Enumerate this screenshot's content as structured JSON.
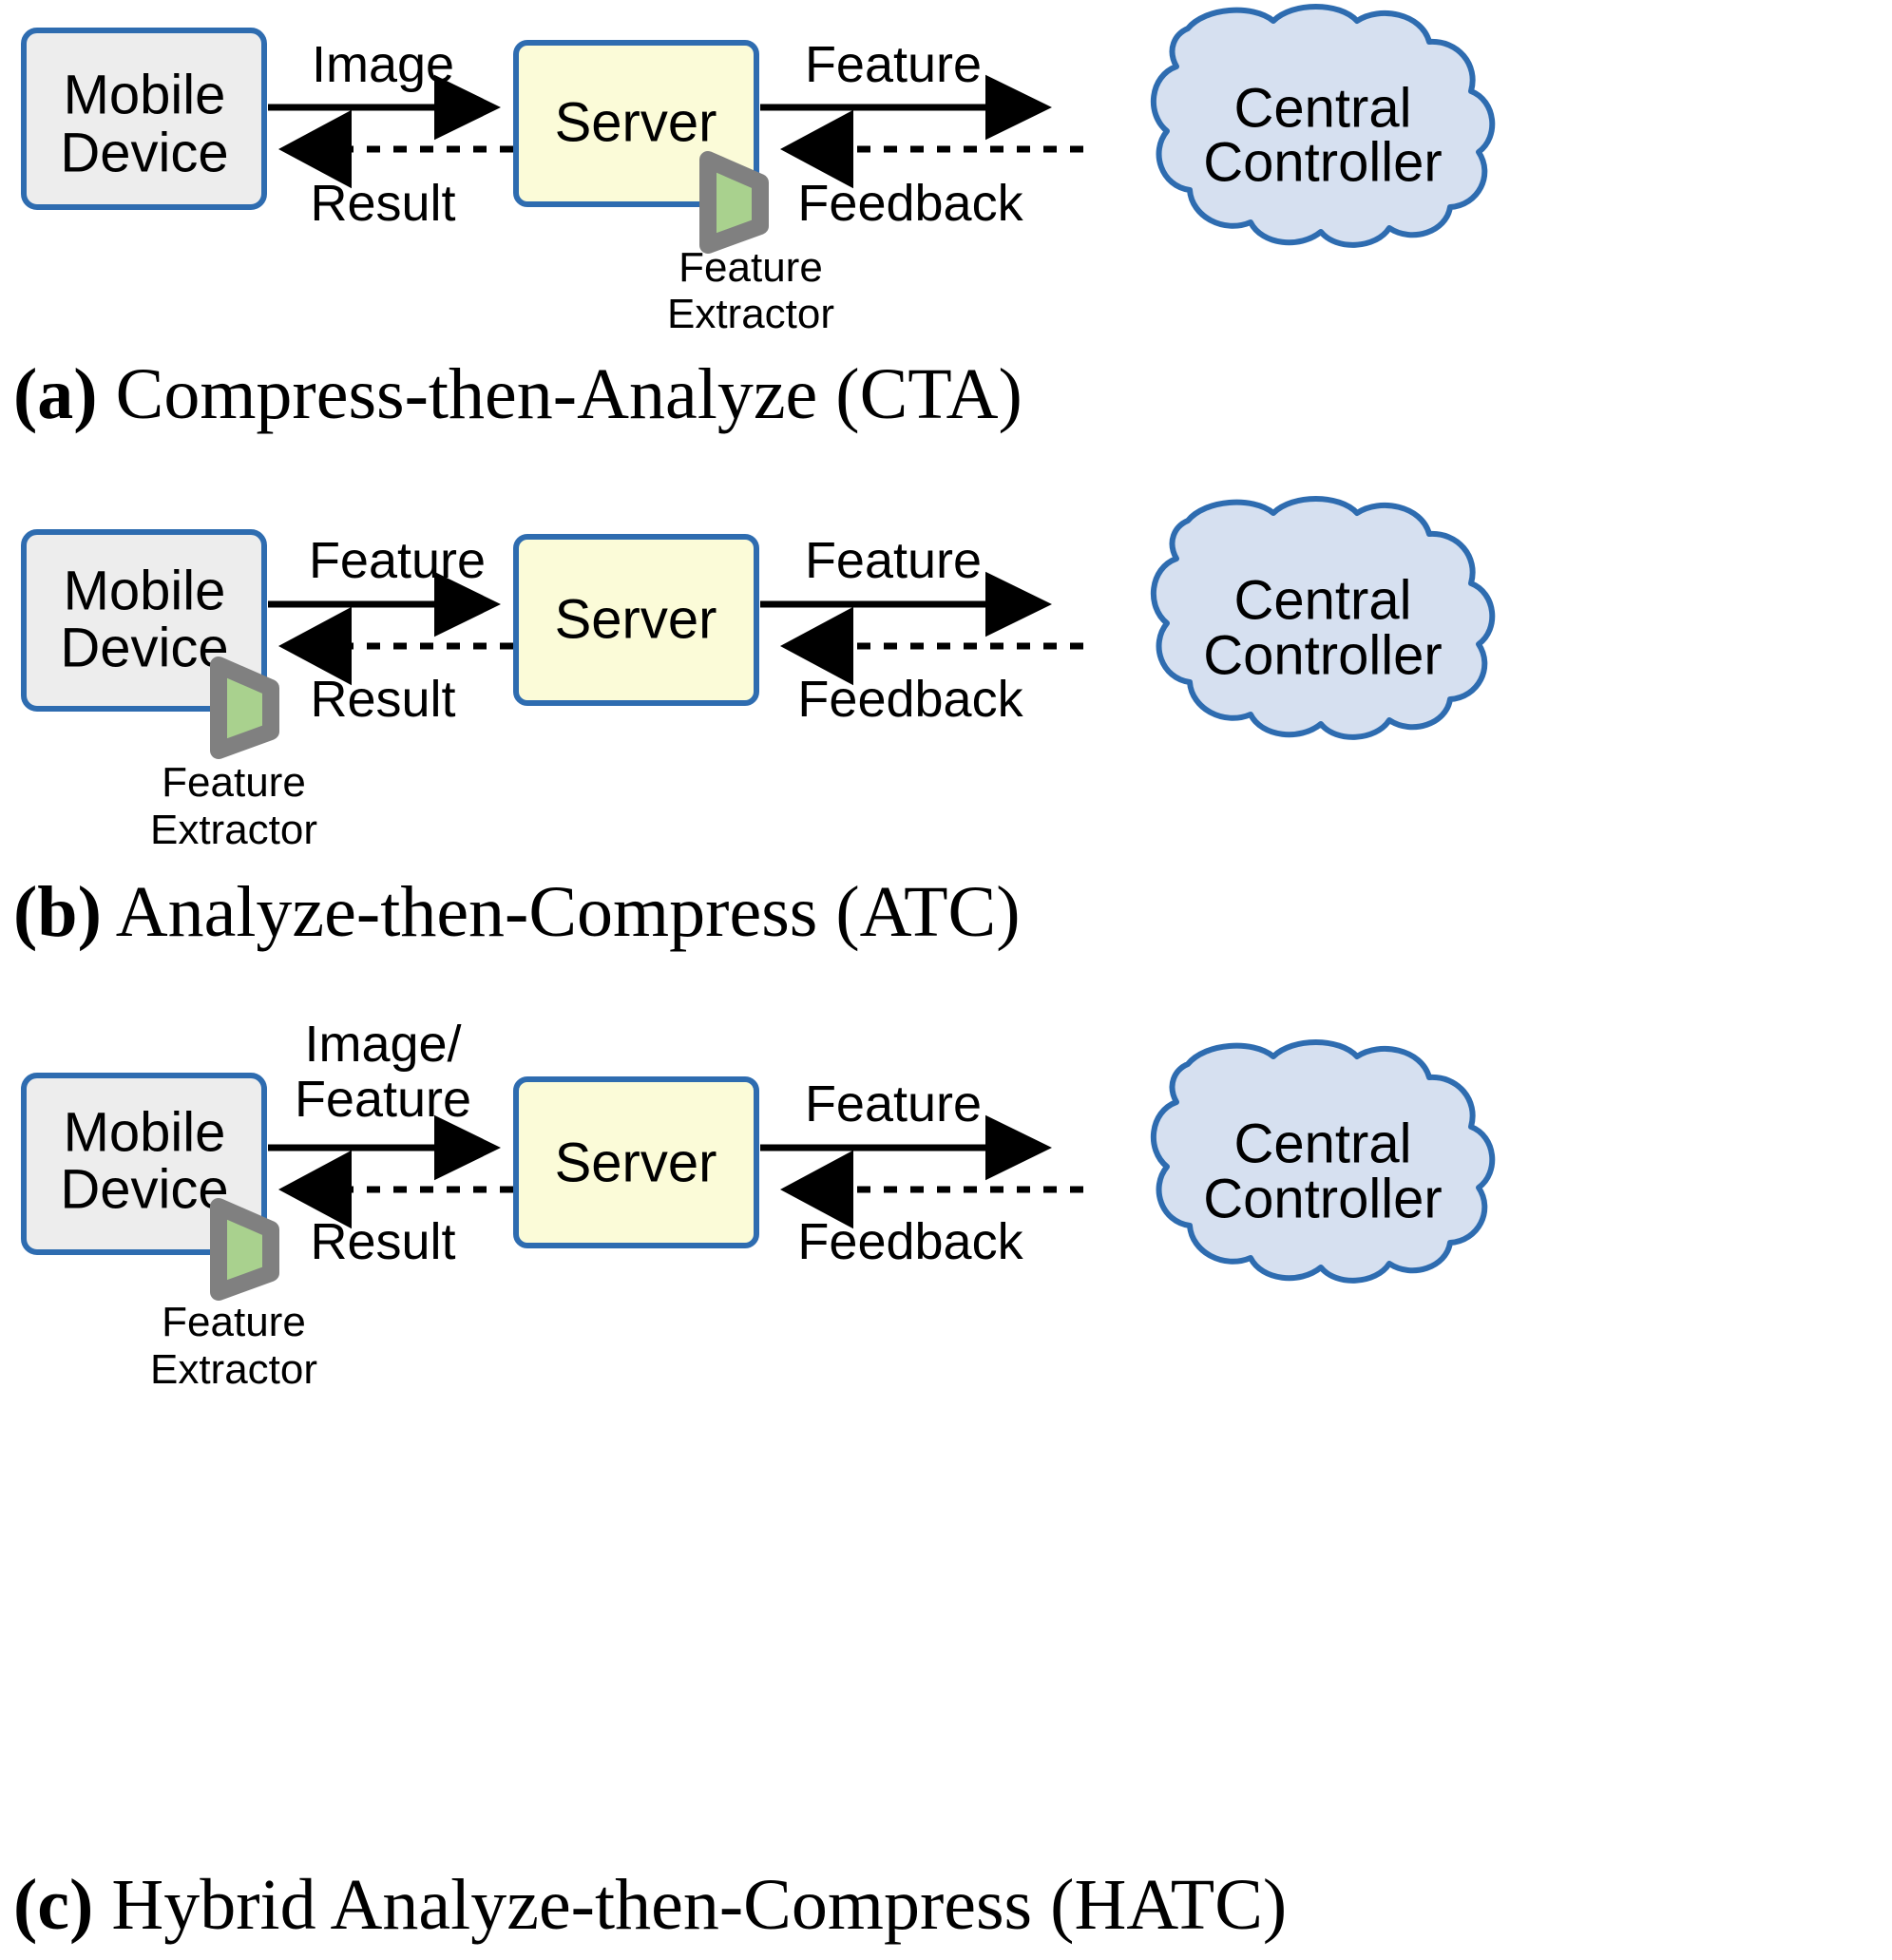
{
  "figure": {
    "title": "Compress-then-Analyze, Analyze-then-Compress and Hybrid Analyze-then-Compress architectures",
    "colors": {
      "box_border_blue": "#2E6CB0",
      "mobile_fill": "#EDEDED",
      "server_fill": "#FBFBD8",
      "cloud_fill": "#D6E0F0",
      "cloud_border": "#2E6CB0",
      "extractor_fill": "#A9D18E",
      "extractor_border": "#808080",
      "arrow_color": "#000000",
      "background": "#FFFFFF"
    },
    "panels": [
      {
        "id": "a",
        "caption_letter": "(a)",
        "caption_text": " Compress-then-Analyze (CTA)",
        "nodes": {
          "mobile": "Mobile\nDevice",
          "mobile_line1": "Mobile",
          "mobile_line2": "Device",
          "server": "Server",
          "cloud_line1": "Central",
          "cloud_line2": "Controller"
        },
        "edges": {
          "forward_left": "Image",
          "backward_left": "Result",
          "forward_right": "Feature",
          "backward_right": "Feedback"
        },
        "extractor": {
          "attached_to": "server",
          "label_line1": "Feature",
          "label_line2": "Extractor"
        }
      },
      {
        "id": "b",
        "caption_letter": "(b)",
        "caption_text": " Analyze-then-Compress (ATC)",
        "nodes": {
          "mobile_line1": "Mobile",
          "mobile_line2": "Device",
          "server": "Server",
          "cloud_line1": "Central",
          "cloud_line2": "Controller"
        },
        "edges": {
          "forward_left": "Feature",
          "backward_left": "Result",
          "forward_right": "Feature",
          "backward_right": "Feedback"
        },
        "extractor": {
          "attached_to": "mobile",
          "label_line1": "Feature",
          "label_line2": "Extractor"
        }
      },
      {
        "id": "c",
        "caption_letter": "(c)",
        "caption_text": " Hybrid Analyze-then-Compress (HATC)",
        "nodes": {
          "mobile_line1": "Mobile",
          "mobile_line2": "Device",
          "server": "Server",
          "cloud_line1": "Central",
          "cloud_line2": "Controller"
        },
        "edges": {
          "forward_left_line1": "Image/",
          "forward_left_line2": "Feature",
          "backward_left": "Result",
          "forward_right": "Feature",
          "backward_right": "Feedback"
        },
        "extractor": {
          "attached_to": "mobile",
          "label_line1": "Feature",
          "label_line2": "Extractor"
        }
      }
    ]
  }
}
